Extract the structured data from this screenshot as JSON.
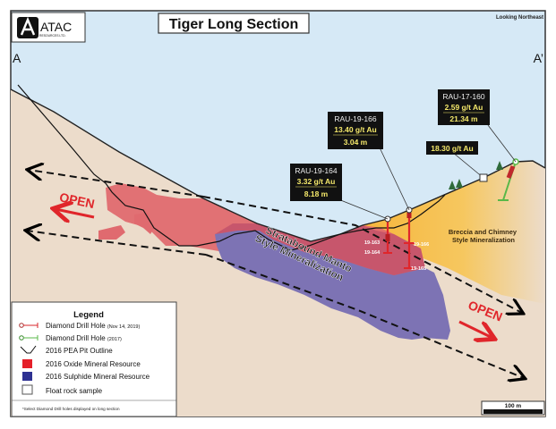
{
  "header": {
    "title": "Tiger Long Section",
    "orientation": "Looking Northeast",
    "logo_text": "ATAC",
    "logo_subtext": "RESOURCES LTD.",
    "section_start": "A",
    "section_end": "A’"
  },
  "callouts": [
    {
      "hole": "RAU-19-164",
      "grade": "3.32 g/t Au",
      "width": "8.18 m"
    },
    {
      "hole": "RAU-19-166",
      "grade": "13.40 g/t Au",
      "width": "3.04 m"
    },
    {
      "hole": "RAU-17-160",
      "grade": "2.59 g/t Au",
      "width": "21.34 m"
    }
  ],
  "float_sample": {
    "grade": "18.30 g/t Au"
  },
  "hole_labels": [
    "19-163",
    "19-164",
    "19-166",
    "19-165"
  ],
  "zones": {
    "manto": [
      "Stratabound Manto",
      "Style Mineralization"
    ],
    "breccia": [
      "Breccia and Chimney",
      "Style Mineralization"
    ]
  },
  "open_labels": {
    "left": "OPEN",
    "right": "OPEN"
  },
  "legend": {
    "title": "Legend",
    "items": [
      {
        "label": "Diamond Drill Hole",
        "note": "(Nov 14, 2019)",
        "icon": "drill-hole-2019-icon",
        "color": "#d9262b"
      },
      {
        "label": "Diamond Drill Hole",
        "note": "(2017)",
        "icon": "drill-hole-2017-icon",
        "color": "#59b848"
      },
      {
        "label": "2016 PEA Pit Outline",
        "note": "",
        "icon": "pit-outline-icon",
        "color": "#000000"
      },
      {
        "label": "2016 Oxide Mineral Resource",
        "note": "",
        "icon": "oxide-swatch-icon",
        "color": "#e5202a"
      },
      {
        "label": "2016 Sulphide Mineral Resource",
        "note": "",
        "icon": "sulphide-swatch-icon",
        "color": "#2e3192"
      },
      {
        "label": "Float rock sample",
        "note": "",
        "icon": "float-sample-icon",
        "color": "#ffffff"
      }
    ],
    "footnote": "*Select Diamond Drill holes displayed on long section"
  },
  "scale_bar": {
    "label": "100 m"
  },
  "colors": {
    "sky": "#d6e9f6",
    "ground": "#ecdccb",
    "oxide": "#e06a6f",
    "sulphide": "#7d73b4",
    "breccia": "#f6be4a",
    "drill": "#e0262b",
    "drill_2017": "#59b848",
    "open_arrow": "#e0262b"
  }
}
